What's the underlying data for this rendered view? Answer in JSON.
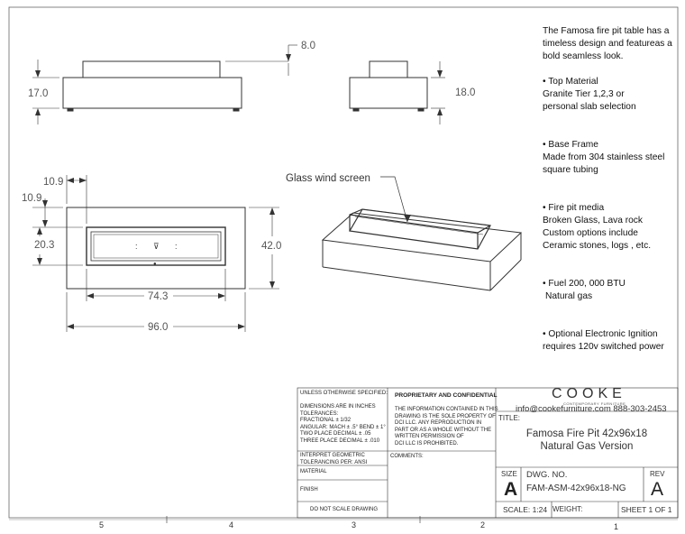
{
  "dimensions": {
    "top_height": "8.0",
    "front_height": "17.0",
    "side_height": "18.0",
    "plan_offset_x": "10.9",
    "plan_offset_y": "10.9",
    "burner_depth": "20.3",
    "plan_depth": "42.0",
    "burner_length": "74.3",
    "plan_length": "96.0"
  },
  "callout": "Glass wind screen",
  "notes": {
    "intro": [
      "The Famosa fire pit table has a",
      "timeless design and featureas a",
      "bold seamless look."
    ],
    "top_material": [
      "• Top Material",
      "Granite Tier 1,2,3 or",
      "personal slab selection"
    ],
    "base_frame": [
      "• Base  Frame",
      "Made from 304 stainless steel",
      "square tubing"
    ],
    "media": [
      "• Fire pit media",
      "Broken Glass, Lava rock",
      "Custom options include",
      "Ceramic stones, logs , etc."
    ],
    "fuel": [
      "• Fuel  200, 000 BTU",
      "Natural gas"
    ],
    "ignition": [
      "• Optional Electronic Ignition",
      "requires 120v switched power"
    ]
  },
  "title_block": {
    "unless_specified": "UNLESS OTHERWISE SPECIFIED:",
    "dims_note": [
      "DIMENSIONS ARE IN INCHES",
      "TOLERANCES:",
      "FRACTIONAL ± 1/32",
      "ANGULAR: MACH ± .5°  BEND ± 1°",
      "TWO PLACE DECIMAL    ± .05",
      "THREE PLACE DECIMAL  ± .010"
    ],
    "interpret": [
      "INTERPRET GEOMETRIC",
      "TOLERANCING PER: ANSI"
    ],
    "material": "MATERIAL",
    "finish": "FINISH",
    "do_not_scale": "DO NOT SCALE DRAWING",
    "proprietary_title": "PROPRIETARY AND CONFIDENTIAL",
    "proprietary_text": [
      "THE INFORMATION CONTAINED IN THIS",
      "DRAWING IS THE SOLE PROPERTY OF",
      "DCI LLC.  ANY REPRODUCTION IN",
      "PART OR AS A WHOLE WITHOUT THE",
      "WRITTEN PERMISSION OF",
      "DCI LLC IS PROHIBITED."
    ],
    "comments": "COMMENTS:",
    "brand": "COOKE",
    "brand_sub": "CONTEMPORARY FURNITURE",
    "contact": "info@cookefurniture.com 888-303-2453",
    "title_label": "TITLE:",
    "title_line1": "Famosa Fire Pit 42x96x18",
    "title_line2": "Natural Gas Version",
    "size_label": "SIZE",
    "size_value": "A",
    "dwg_label": "DWG.  NO.",
    "dwg_value": "FAM-ASM-42x96x18-NG",
    "rev_label": "REV",
    "rev_value": "A",
    "scale": "SCALE: 1:24",
    "weight": "WEIGHT:",
    "sheet": "SHEET 1 OF 1"
  },
  "zones": [
    "5",
    "4",
    "3",
    "2",
    "1"
  ]
}
